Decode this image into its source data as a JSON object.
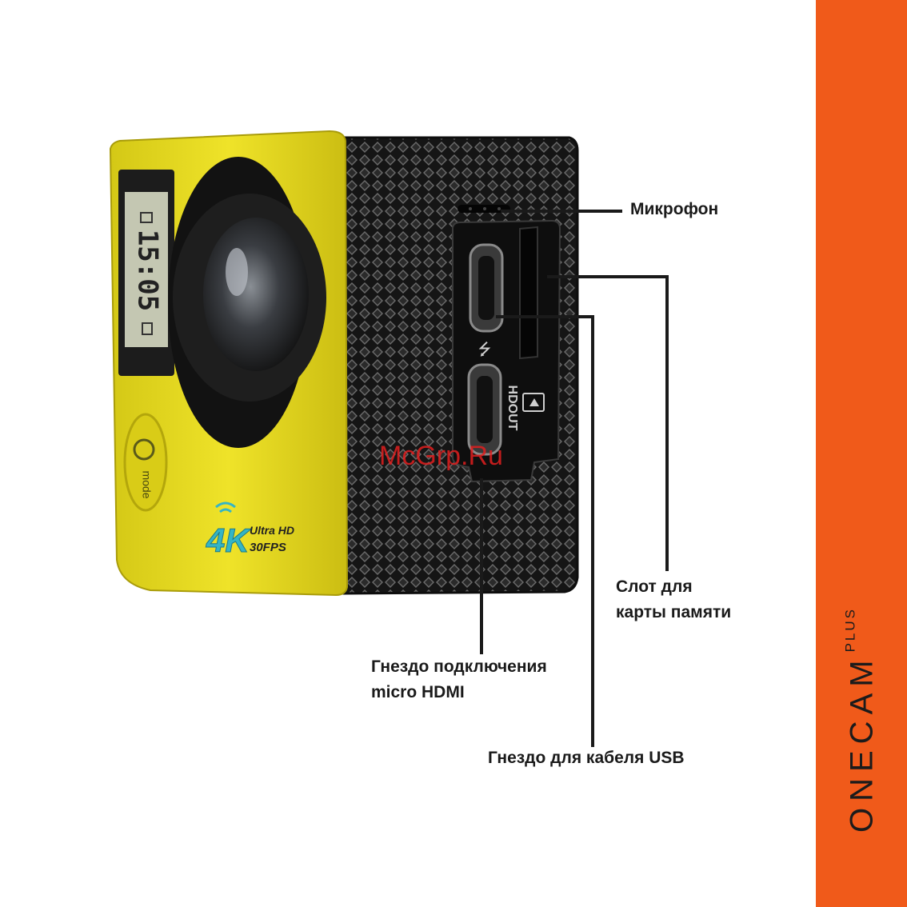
{
  "camera": {
    "lcd_time": "15:05",
    "badge_4k": "4K",
    "badge_ultra": "Ultra HD",
    "badge_fps": "30FPS",
    "mode_label": "mode",
    "hdout_label": "HDOUT",
    "usb_symbol": "⭍"
  },
  "callouts": {
    "microphone": "Микрофон",
    "card_slot_line1": "Слот для",
    "card_slot_line2": "карты памяти",
    "hdmi_line1": "Гнездо подключения",
    "hdmi_line2": "micro HDMI",
    "usb": "Гнездо для кабеля USB"
  },
  "brand": {
    "name": "ONECAM",
    "suffix": "PLUS"
  },
  "watermark": "McGrp.Ru",
  "colors": {
    "brand_orange": "#f05a1a",
    "camera_body": "#e4d81c",
    "callout_line": "#1a1a1a"
  }
}
